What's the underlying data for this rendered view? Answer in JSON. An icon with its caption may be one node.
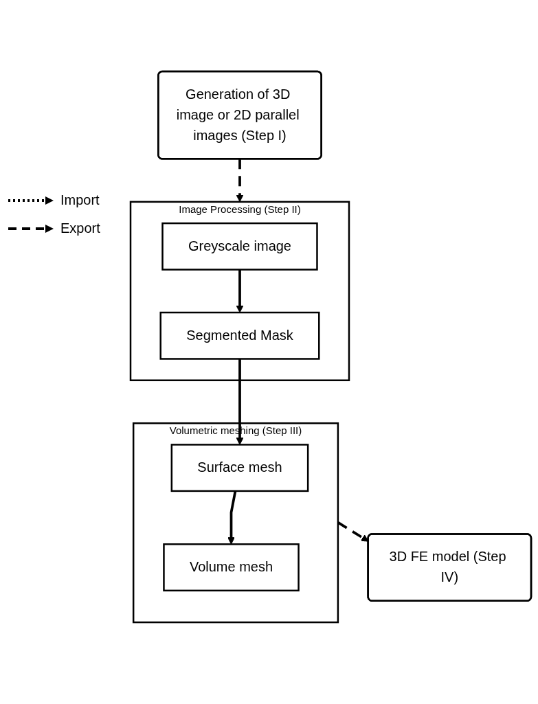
{
  "diagram": {
    "nodes": [
      {
        "text": [
          "Generation of 3D image or 2D parallel images (Step I)"
        ]
      },
      {
        "text": [
          "Image Processing (Step II)"
        ]
      },
      {
        "text": [
          "Greyscale image"
        ],
        "in": 1
      },
      {
        "text": [
          "Segmented Mask"
        ],
        "in": 1
      },
      {
        "text": [
          "Volumetric meshing (Step III)"
        ]
      },
      {
        "text": [
          "Surface mesh"
        ],
        "in": 4
      },
      {
        "text": [
          "Volume mesh"
        ],
        "in": 4
      },
      {
        "text": [
          "3D FE model (Step IV)"
        ]
      }
    ],
    "edges": [
      {
        "from": 0,
        "to": 1,
        "arrow": "to",
        "style": "dashed"
      },
      {
        "from": 2,
        "to": 3,
        "arrow": "to"
      },
      {
        "from": 3,
        "to": 5,
        "arrow": "to"
      },
      {
        "from": 5,
        "to": 6,
        "arrow": "to"
      },
      {
        "from": 4,
        "to": 7,
        "arrow": "to",
        "style": "dashed"
      }
    ],
    "legend": [
      {
        "text": "Import"
      },
      {
        "text": "Export"
      }
    ]
  }
}
